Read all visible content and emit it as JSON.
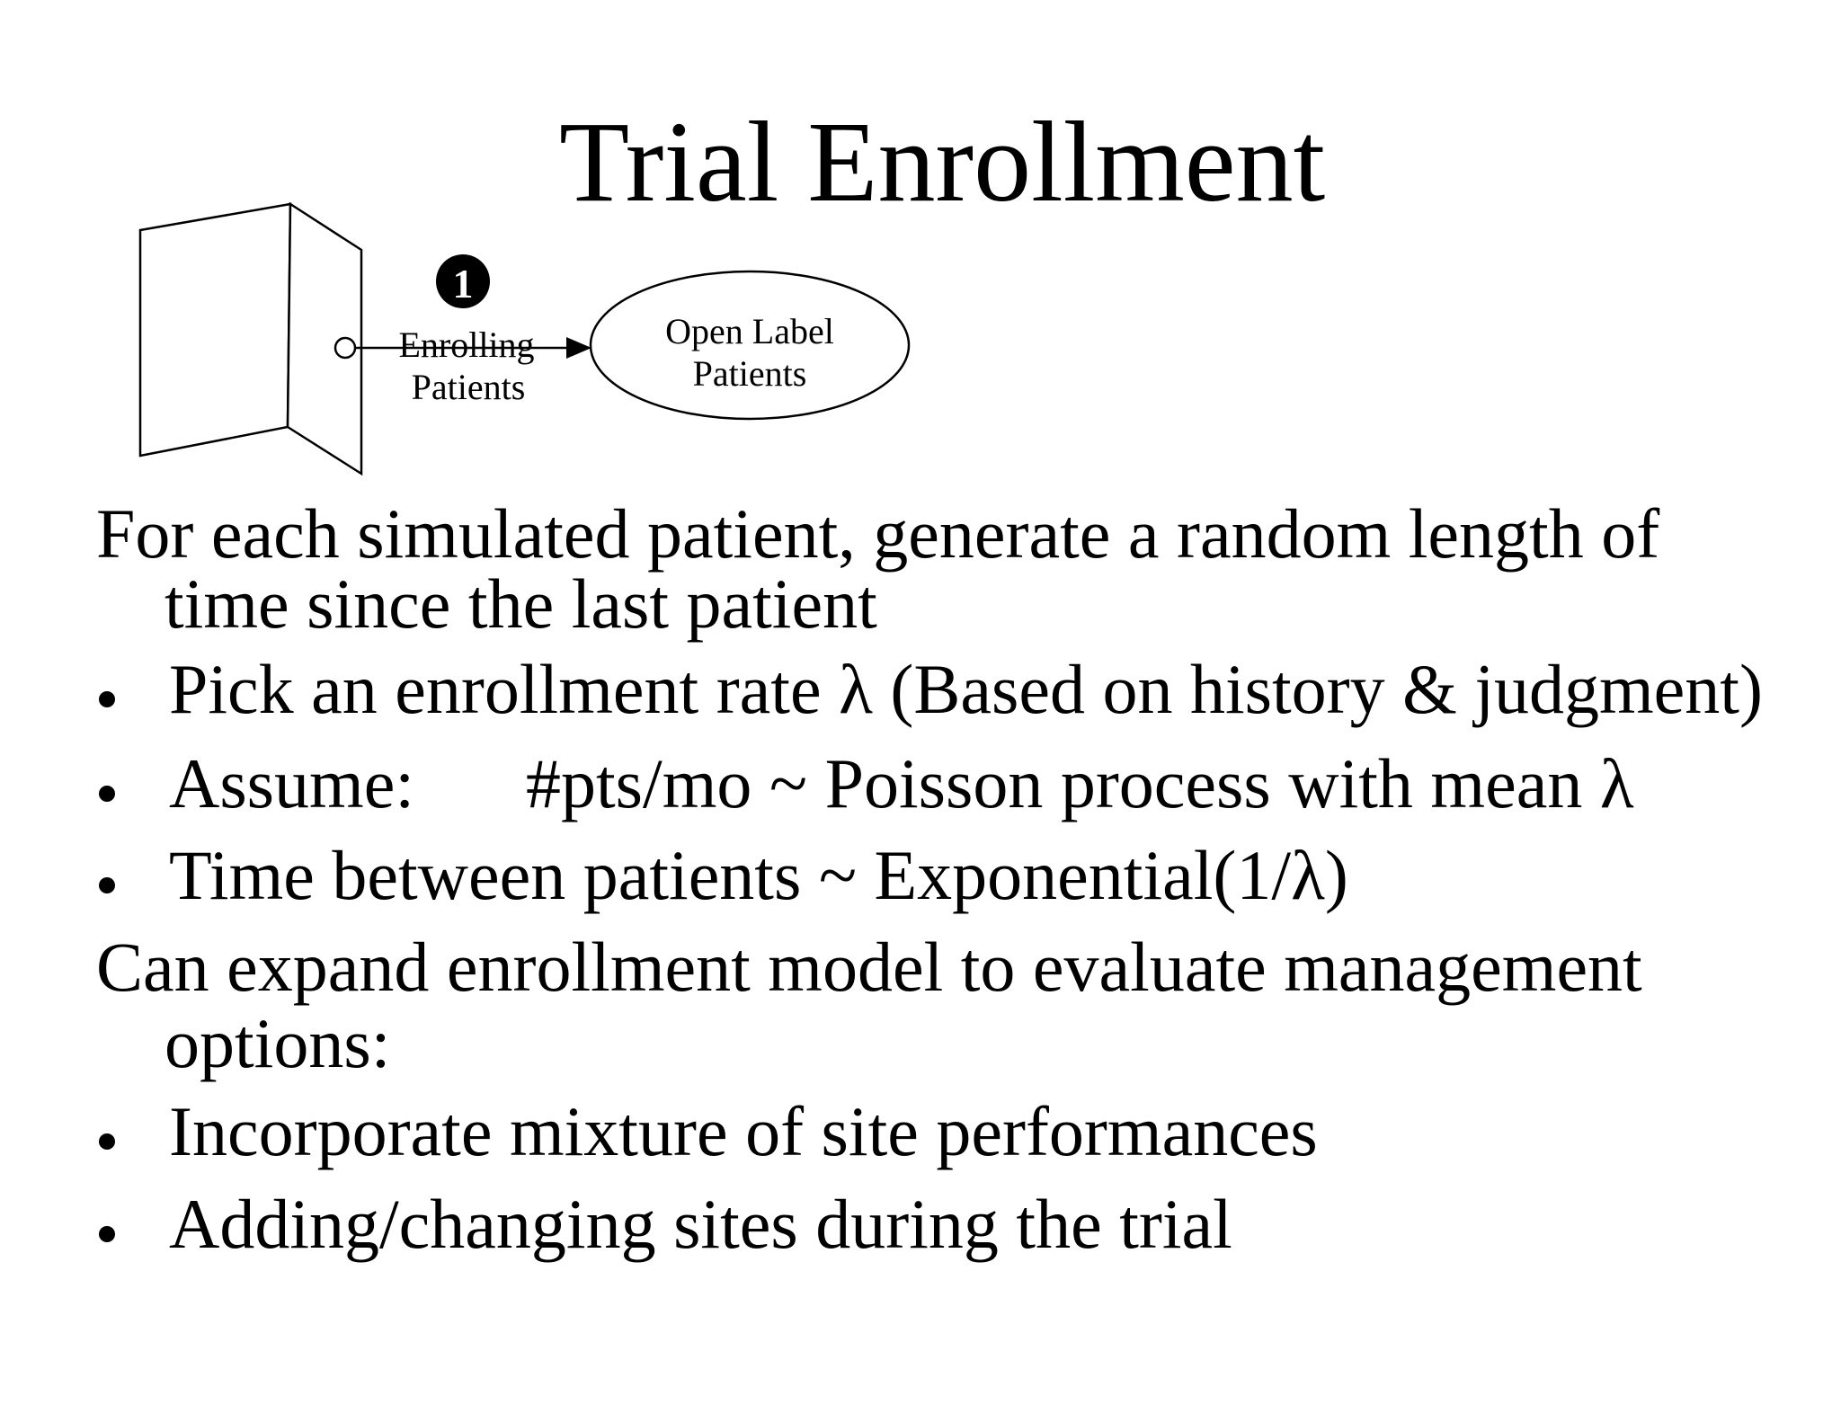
{
  "slide": {
    "title": "Trial Enrollment"
  },
  "diagram": {
    "badge_number": "1",
    "arrow_label": {
      "line1": "Enrolling",
      "line2": "Patients"
    },
    "ellipse": {
      "line1": "Open Label",
      "line2": "Patients"
    }
  },
  "body": {
    "lines": {
      "l1": "For each simulated patient, generate a random length of",
      "l2": "time since the last patient",
      "l3": "Pick an enrollment rate λ (Based on history & judgment)",
      "l4a": "Assume:",
      "l4b": "#pts/mo ~ Poisson process with mean λ",
      "l5": "Time between patients ~ Exponential(1/λ)",
      "l6": "Can expand enrollment model to evaluate management",
      "l7": "options:",
      "l8": "Incorporate mixture of site performances",
      "l9": "Adding/changing sites during the trial"
    }
  },
  "colors": {
    "background": "#ffffff",
    "text": "#000000"
  }
}
